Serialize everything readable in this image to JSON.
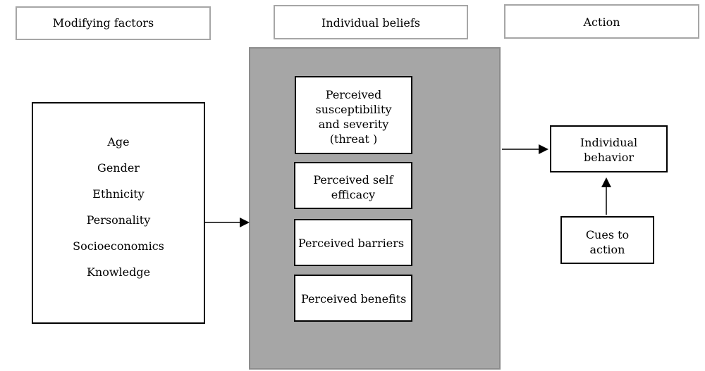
{
  "headers": {
    "modifying": "Modifying factors",
    "beliefs": "Individual beliefs",
    "action": "Action"
  },
  "modifying_factors": [
    "Age",
    "Gender",
    "Ethnicity",
    "Personality",
    "Socioeconomics",
    "Knowledge"
  ],
  "beliefs": {
    "threat": [
      "Perceived",
      "susceptibility",
      "and severity",
      "(threat )"
    ],
    "self_efficacy": [
      "Perceived self",
      "efficacy"
    ],
    "barriers": "Perceived barriers",
    "benefits": "Perceived benefits"
  },
  "action": {
    "behavior": [
      "Individual",
      "behavior"
    ],
    "cues": [
      "Cues to",
      "action"
    ]
  },
  "colors": {
    "panel_fill": "#a6a6a6",
    "header_border": "#a6a6a6",
    "box_border": "#000000"
  }
}
